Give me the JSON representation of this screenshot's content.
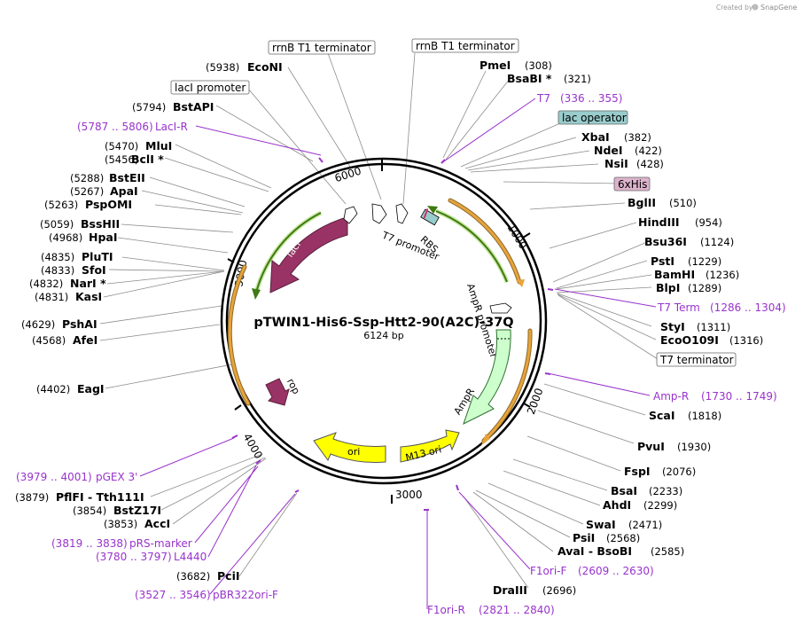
{
  "credit": {
    "created_by": "Created by",
    "app": "SnapGene"
  },
  "plasmid": {
    "name": "pTWIN1-His6-Ssp-Htt2-90(A2C)-37Q",
    "size": "6124 bp"
  },
  "ticks": [
    "1000",
    "2000",
    "3000",
    "4000",
    "5000",
    "6000"
  ],
  "right_labels": [
    {
      "name": "PmeI",
      "pos": "(308)"
    },
    {
      "name": "BsaBI *",
      "pos": "(321)"
    },
    {
      "name": "T7",
      "pos": "(336 .. 355)"
    },
    {
      "name": "lac operator",
      "pos": ""
    },
    {
      "name": "XbaI",
      "pos": "(382)"
    },
    {
      "name": "NdeI",
      "pos": "(422)"
    },
    {
      "name": "NsiI",
      "pos": "(428)"
    },
    {
      "name": "6xHis",
      "pos": ""
    },
    {
      "name": "BglII",
      "pos": "(510)"
    },
    {
      "name": "HindIII",
      "pos": "(954)"
    },
    {
      "name": "Bsu36I",
      "pos": "(1124)"
    },
    {
      "name": "PstI",
      "pos": "(1229)"
    },
    {
      "name": "BamHI",
      "pos": "(1236)"
    },
    {
      "name": "BlpI",
      "pos": "(1289)"
    },
    {
      "name": "T7 Term",
      "pos": "(1286 .. 1304)"
    },
    {
      "name": "StyI",
      "pos": "(1311)"
    },
    {
      "name": "EcoO109I",
      "pos": "(1316)"
    },
    {
      "name": "T7 terminator",
      "pos": ""
    },
    {
      "name": "Amp-R",
      "pos": "(1730 .. 1749)"
    },
    {
      "name": "ScaI",
      "pos": "(1818)"
    },
    {
      "name": "PvuI",
      "pos": "(1930)"
    },
    {
      "name": "FspI",
      "pos": "(2076)"
    },
    {
      "name": "BsaI",
      "pos": "(2233)"
    },
    {
      "name": "AhdI",
      "pos": "(2299)"
    },
    {
      "name": "SwaI",
      "pos": "(2471)"
    },
    {
      "name": "PsiI",
      "pos": "(2568)"
    },
    {
      "name": "AvaI  - BsoBI",
      "pos": "(2585)"
    },
    {
      "name": "F1ori-F",
      "pos": "(2609 .. 2630)"
    },
    {
      "name": "DraIII",
      "pos": "(2696)"
    },
    {
      "name": "F1ori-R",
      "pos": "(2821 .. 2840)"
    }
  ],
  "left_labels": [
    {
      "name": "rrnB T1 terminator",
      "pos": ""
    },
    {
      "name": "rrnB T1 terminator",
      "pos": ""
    },
    {
      "name": "EcoNI",
      "pos": "(5938)"
    },
    {
      "name": "lacI promoter",
      "pos": ""
    },
    {
      "name": "BstAPI",
      "pos": "(5794)"
    },
    {
      "name": "LacI-R",
      "pos": "(5787 .. 5806)"
    },
    {
      "name": "MluI",
      "pos": "(5470)"
    },
    {
      "name": "BclI *",
      "pos": "(5456)"
    },
    {
      "name": "BstEII",
      "pos": "(5288)"
    },
    {
      "name": "ApaI",
      "pos": "(5267)"
    },
    {
      "name": "PspOMI",
      "pos": "(5263)"
    },
    {
      "name": "BssHII",
      "pos": "(5059)"
    },
    {
      "name": "HpaI",
      "pos": "(4968)"
    },
    {
      "name": "PluTI",
      "pos": "(4835)"
    },
    {
      "name": "SfoI",
      "pos": "(4833)"
    },
    {
      "name": "NarI *",
      "pos": "(4832)"
    },
    {
      "name": "KasI",
      "pos": "(4831)"
    },
    {
      "name": "PshAI",
      "pos": "(4629)"
    },
    {
      "name": "AfeI",
      "pos": "(4568)"
    },
    {
      "name": "EagI",
      "pos": "(4402)"
    },
    {
      "name": "pGEX 3'",
      "pos": "(3979 .. 4001)"
    },
    {
      "name": "PflFI  - Tth111I",
      "pos": "(3879)"
    },
    {
      "name": "BstZ17I",
      "pos": "(3854)"
    },
    {
      "name": "AccI",
      "pos": "(3853)"
    },
    {
      "name": "pRS-marker",
      "pos": "(3819 .. 3838)"
    },
    {
      "name": "L4440",
      "pos": "(3780 .. 3797)"
    },
    {
      "name": "PciI",
      "pos": "(3682)"
    },
    {
      "name": "pBR322ori-F",
      "pos": "(3527 .. 3546)"
    }
  ],
  "features": {
    "laci": "lacI",
    "t7_promoter": "T7 promoter",
    "rbs": "RBS",
    "ampr_promoter": "AmpR promoter",
    "ampr": "AmpR",
    "rop": "rop",
    "ori": "ori",
    "m13_ori": "M13 ori"
  },
  "colors": {
    "primer": "#9933cc",
    "laci": "#993366",
    "ampr": "#ccffcc",
    "ori": "#ffff00",
    "orf_orange": "#e8a33a",
    "orf_green": "#5aaa1a",
    "lac_operator_box": "#99cccc",
    "his_box": "#ddb3cc"
  }
}
